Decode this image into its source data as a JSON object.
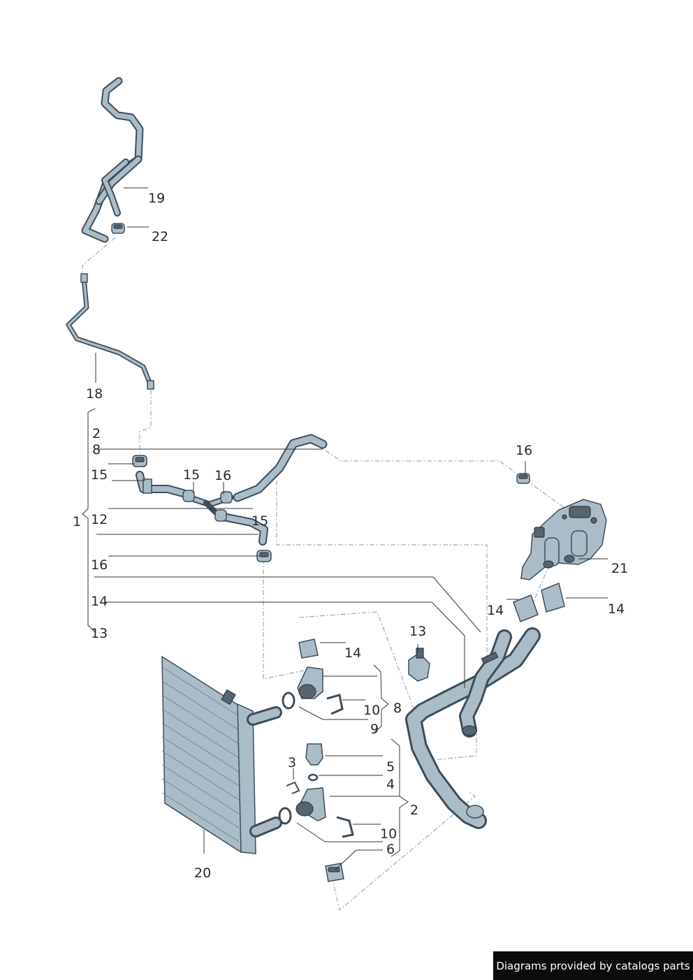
{
  "callouts": [
    {
      "id": "19",
      "text": "19"
    },
    {
      "id": "22",
      "text": "22"
    },
    {
      "id": "18",
      "text": "18"
    },
    {
      "id": "2a",
      "text": "2"
    },
    {
      "id": "8a",
      "text": "8"
    },
    {
      "id": "15a",
      "text": "15"
    },
    {
      "id": "15b",
      "text": "15"
    },
    {
      "id": "16a",
      "text": "16"
    },
    {
      "id": "15c",
      "text": "15"
    },
    {
      "id": "1",
      "text": "1"
    },
    {
      "id": "12",
      "text": "12"
    },
    {
      "id": "16b",
      "text": "16"
    },
    {
      "id": "14a",
      "text": "14"
    },
    {
      "id": "13a",
      "text": "13"
    },
    {
      "id": "16c",
      "text": "16"
    },
    {
      "id": "21",
      "text": "21"
    },
    {
      "id": "14b",
      "text": "14"
    },
    {
      "id": "14c",
      "text": "14"
    },
    {
      "id": "13b",
      "text": "13"
    },
    {
      "id": "14d",
      "text": "14"
    },
    {
      "id": "10a",
      "text": "10"
    },
    {
      "id": "8b",
      "text": "8"
    },
    {
      "id": "9",
      "text": "9"
    },
    {
      "id": "5",
      "text": "5"
    },
    {
      "id": "3",
      "text": "3"
    },
    {
      "id": "4",
      "text": "4"
    },
    {
      "id": "2b",
      "text": "2"
    },
    {
      "id": "10b",
      "text": "10"
    },
    {
      "id": "6",
      "text": "6"
    },
    {
      "id": "20",
      "text": "20"
    }
  ],
  "credit": "Diagrams provided by catalogs parts",
  "colors": {
    "part_fill": "#a9bcc8",
    "part_outline": "#3f4d5a",
    "leader_line": "#333333",
    "dash_line": "#8a9aa8",
    "credit_background": "#0c0c0c"
  }
}
